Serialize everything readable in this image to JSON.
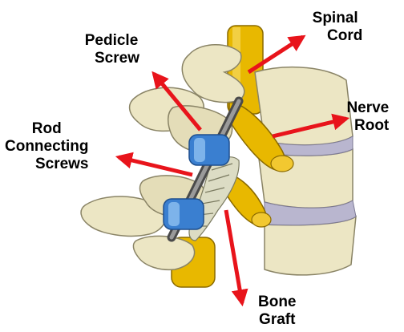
{
  "labels": {
    "spinal_cord": [
      "Spinal",
      "Cord"
    ],
    "pedicle_screw": [
      "Pedicle",
      "Screw"
    ],
    "nerve_root": [
      "Nerve",
      "Root"
    ],
    "rod_connecting_screws": [
      "Rod",
      "Connecting",
      "Screws"
    ],
    "bone_graft": [
      "Bone",
      "Graft"
    ]
  },
  "colors": {
    "arrow": "#e8141b",
    "bone": "#ece6c4",
    "bone_shadow": "#b9b290",
    "cord": "#e8b800",
    "cord_dark": "#b68a00",
    "screw_cap": "#3a7fd0",
    "screw_cap_light": "#8fc1f0",
    "rod": "#707070",
    "disc": "#b9b6cf",
    "graft": "#dcdcc4"
  }
}
